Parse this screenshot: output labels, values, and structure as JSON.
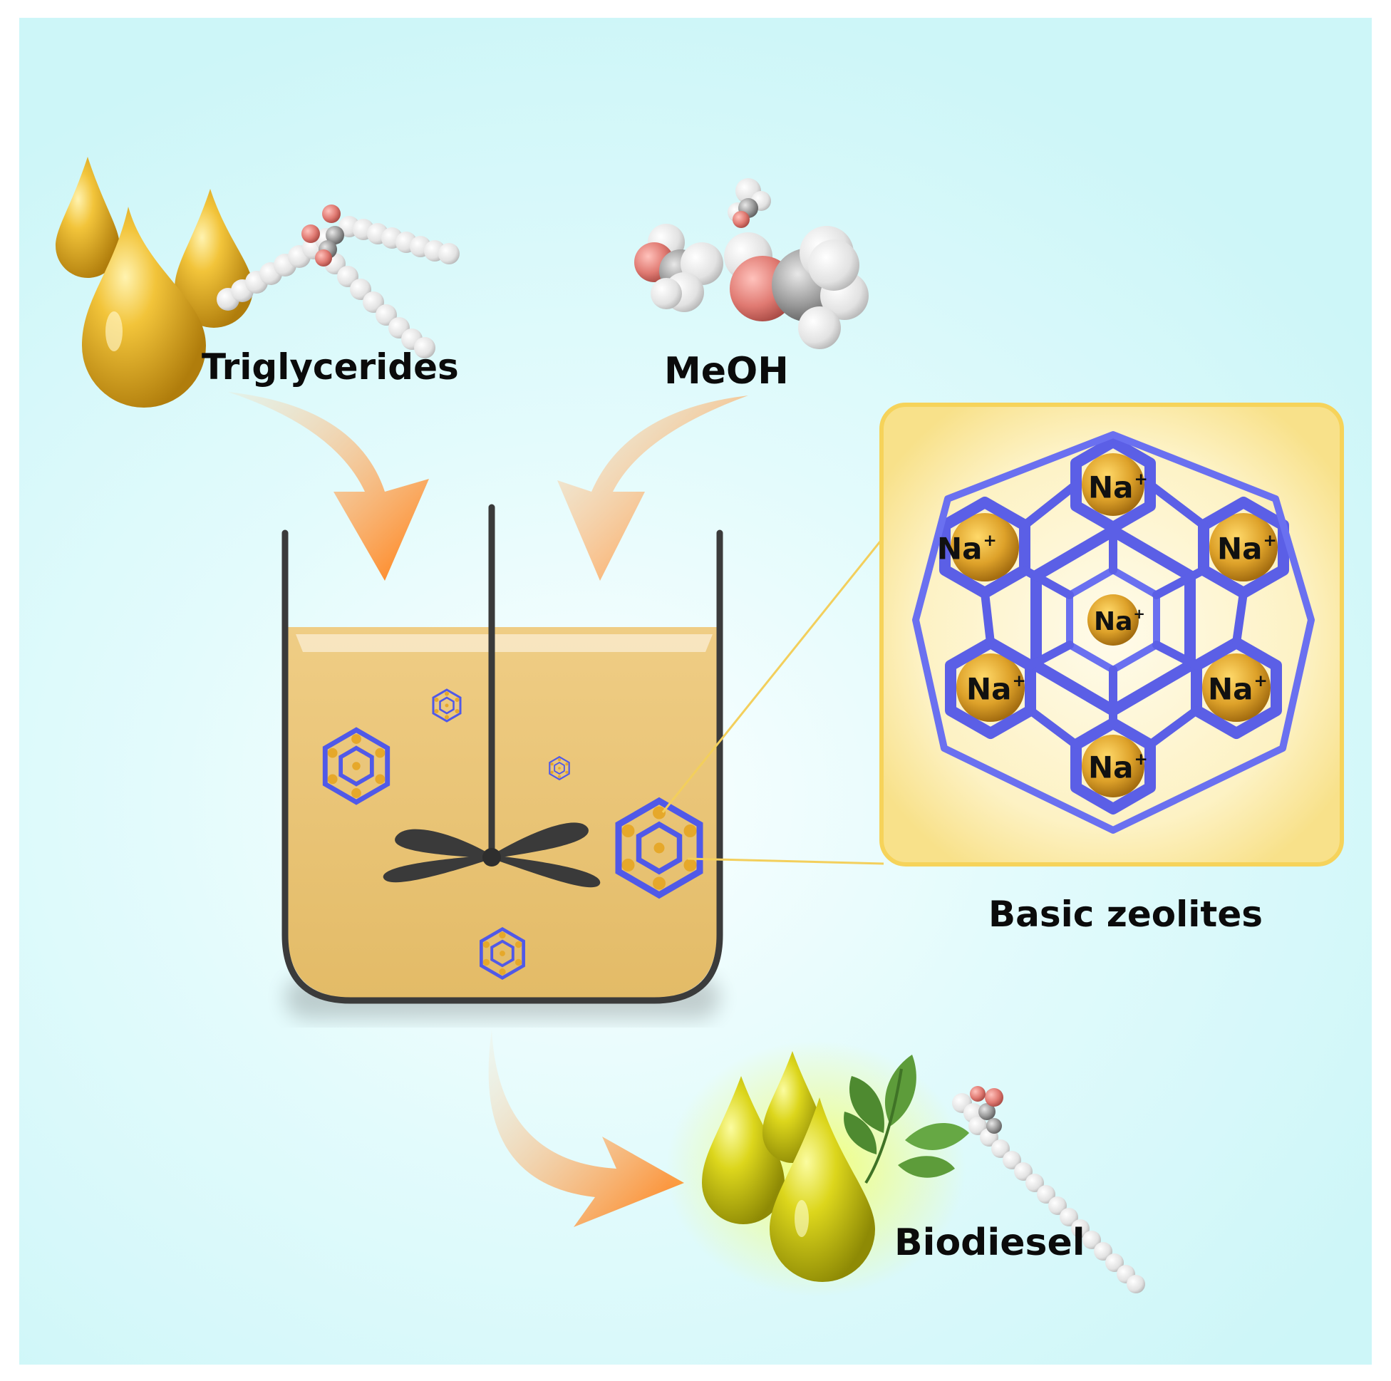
{
  "labels": {
    "triglycerides": "Triglycerides",
    "meoh": "MeOH",
    "zeolites": "Basic zeolites",
    "biodiesel": "Biodiesel"
  },
  "cation": {
    "symbol": "Na",
    "charge": "+"
  },
  "colors": {
    "background": "#d2f7f9",
    "oil_drop": "#e8b52a",
    "biodiesel_drop": "#d8d21a",
    "framework": "#5b5fe6",
    "sodium": "#e0a52a",
    "liquid": "#eac77c",
    "arrow": "#ff8a1e",
    "leaf": "#5a9a3a"
  },
  "icons": [
    "oil-drop-icon",
    "triglyceride-molecule-icon",
    "methanol-molecule-icon",
    "zeolite-framework-icon",
    "stirrer-icon",
    "leaf-icon",
    "fatty-acid-methyl-ester-icon",
    "arrow-icon"
  ]
}
